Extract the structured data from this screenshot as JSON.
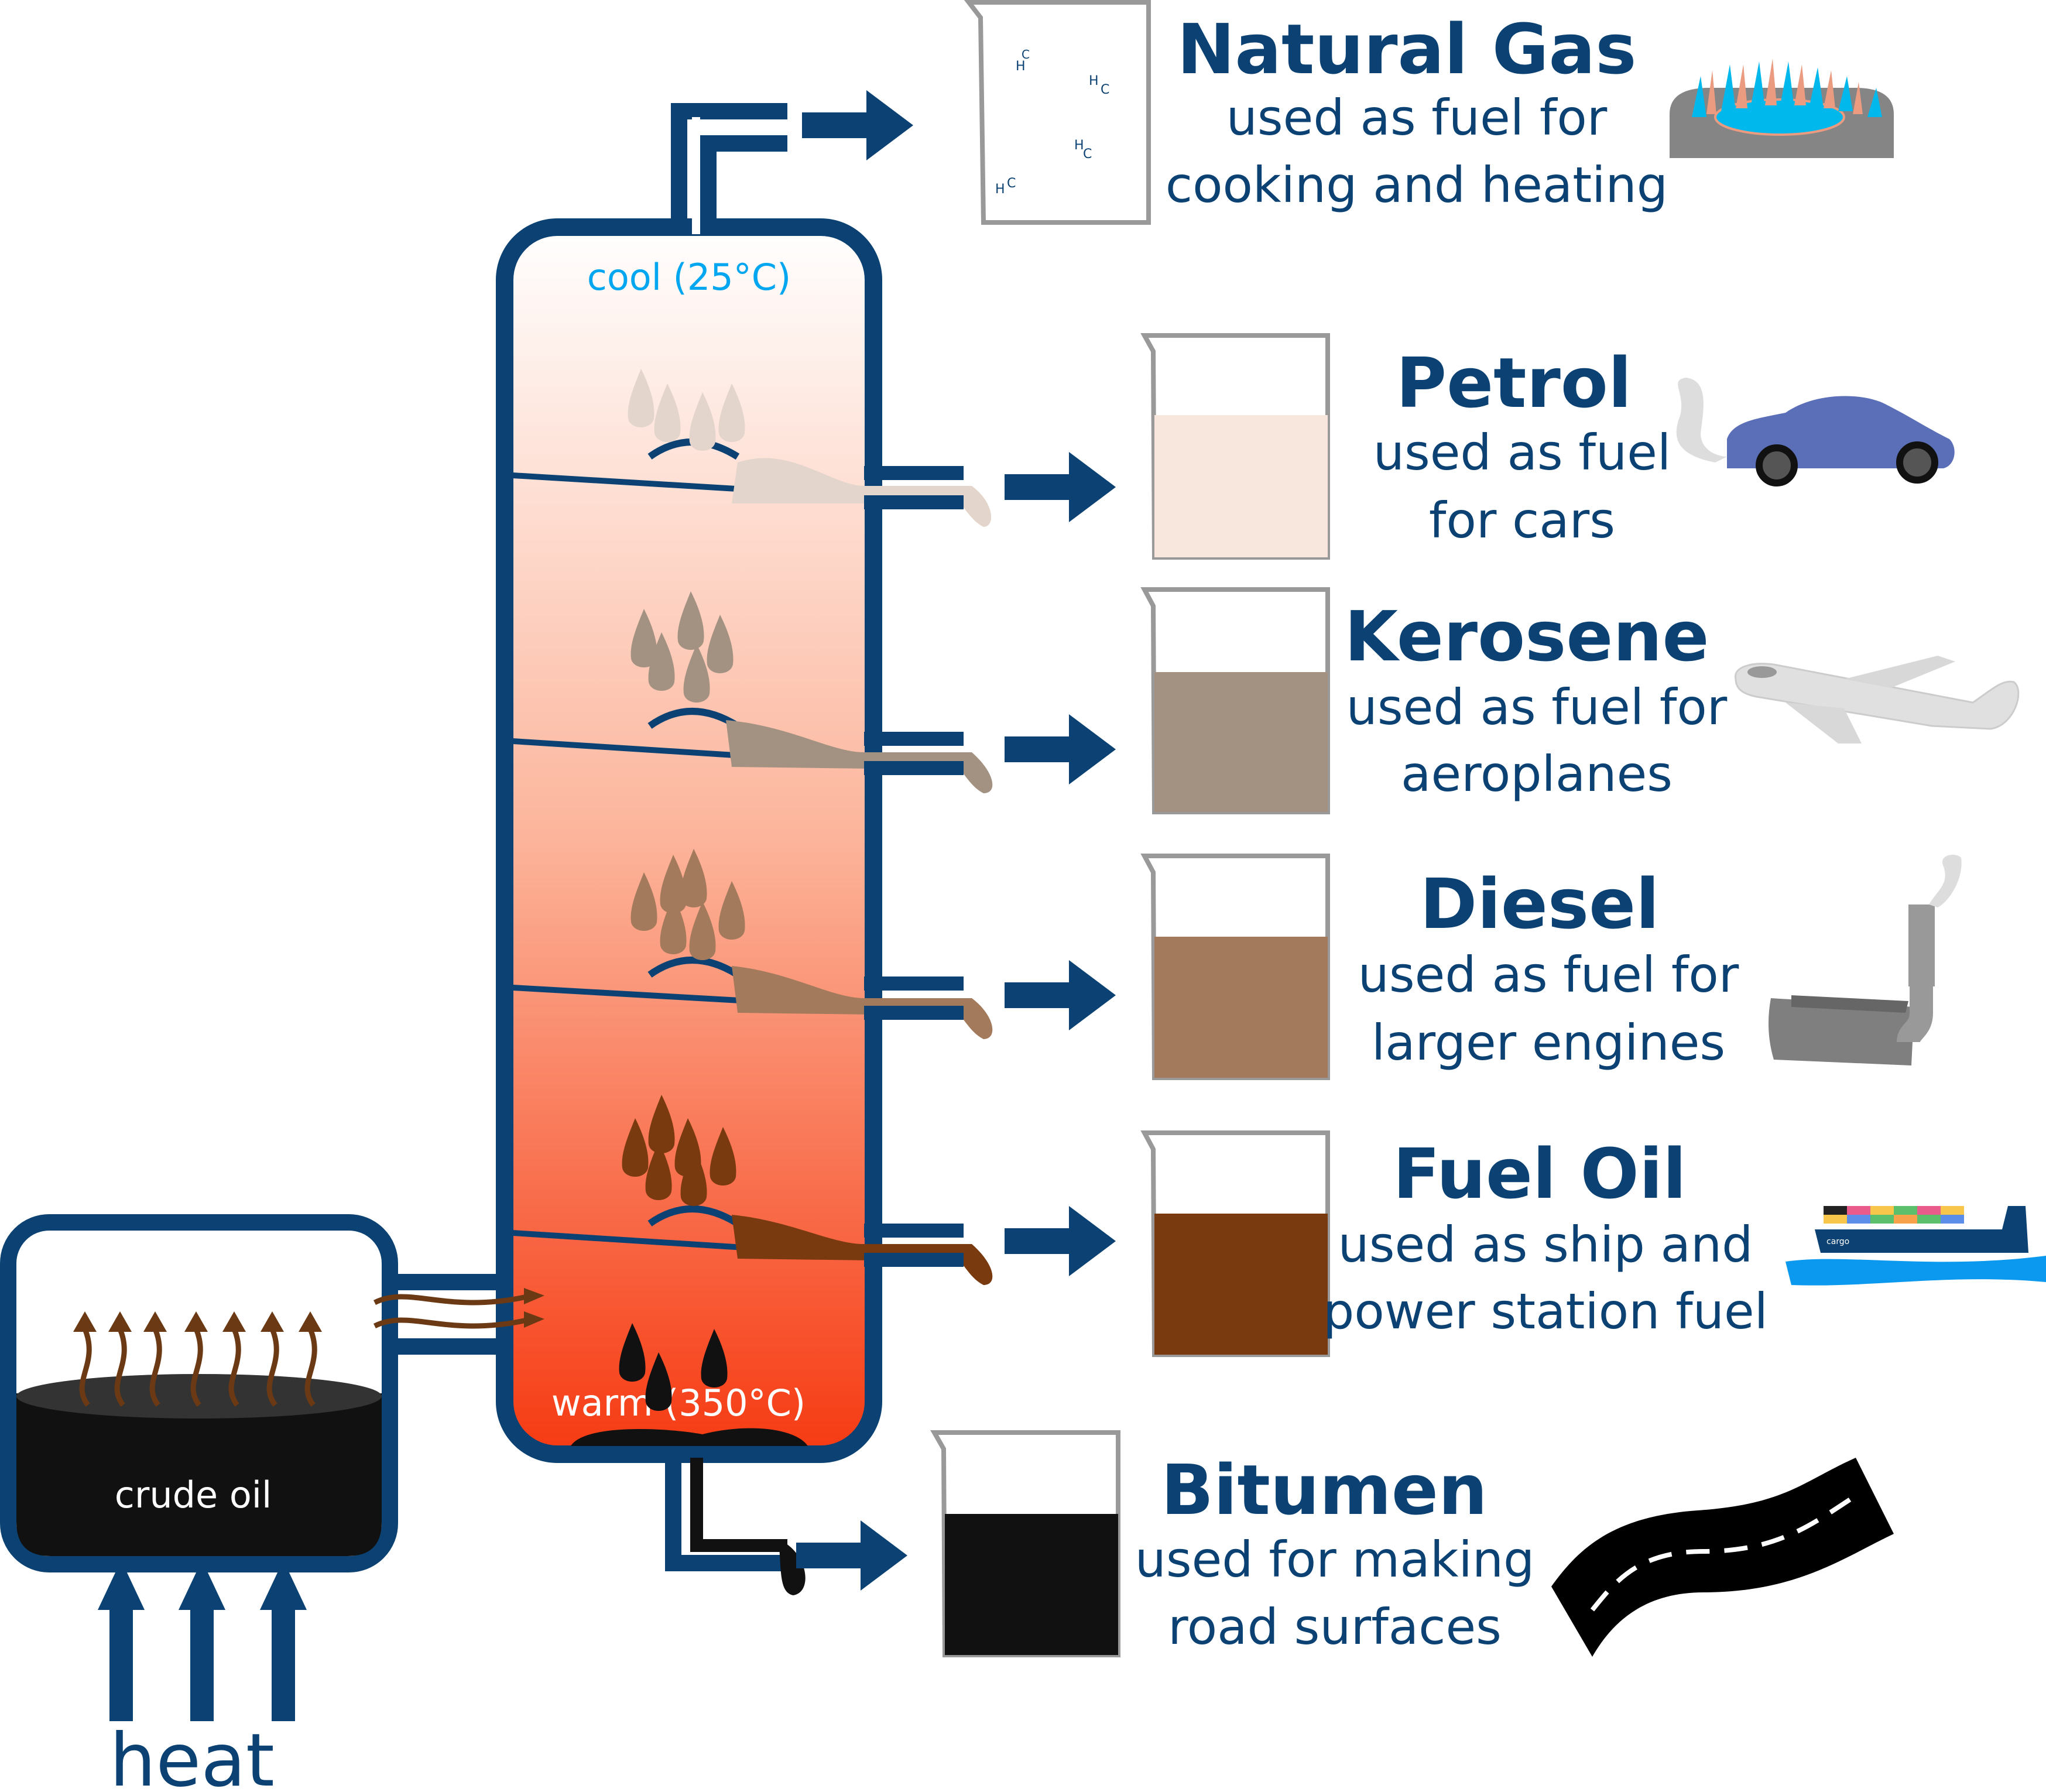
{
  "column": {
    "top_label": "cool (25°C)",
    "bottom_label": "warm (350°C)",
    "top_color": "#ffffff",
    "bottom_color": "#f63a12",
    "outline_color": "#0b4273"
  },
  "tank": {
    "label": "crude oil"
  },
  "heat": {
    "label": "heat"
  },
  "fractions": [
    {
      "name": "Natural Gas",
      "line1": "used as fuel for",
      "line2": "cooking and heating",
      "color": "#ffffff",
      "icon": "gas-stove-icon"
    },
    {
      "name": "Petrol",
      "line1": "used as fuel",
      "line2": "for cars",
      "color": "#f8e7dd",
      "icon": "car-icon"
    },
    {
      "name": "Kerosene",
      "line1": "used as fuel for",
      "line2": "aeroplanes",
      "color": "#a39282",
      "icon": "aeroplane-icon"
    },
    {
      "name": "Diesel",
      "line1": "used as fuel for",
      "line2": "larger engines",
      "color": "#a37a5c",
      "icon": "engine-icon"
    },
    {
      "name": "Fuel Oil",
      "line1": "used as ship and",
      "line2": "power station fuel",
      "color": "#7a3a10",
      "icon": "ship-icon"
    },
    {
      "name": "Bitumen",
      "line1": "used for making",
      "line2": "road surfaces",
      "color": "#111111",
      "icon": "road-icon"
    }
  ],
  "molecule_labels": {
    "h": "H",
    "c": "C"
  },
  "ship_label": "cargo"
}
